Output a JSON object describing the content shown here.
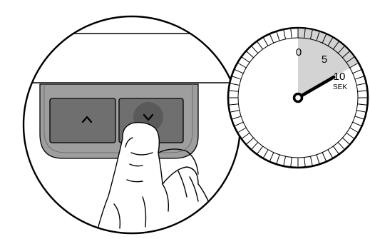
{
  "panel": {
    "buttons": [
      {
        "icon": "chevron-up-icon",
        "glyph": "^"
      },
      {
        "icon": "chevron-down-icon",
        "glyph": "v"
      }
    ]
  },
  "timer": {
    "labels": {
      "zero": "0",
      "five": "5",
      "ten": "10",
      "unit": "SEK"
    },
    "shaded_seconds": 10,
    "hand_seconds": 10,
    "shade_color": "#d3d3d3"
  },
  "colors": {
    "panel_face": "#9e9e9e",
    "button_dark": "#6f6f6f",
    "button_pressed": "#5a5a5a",
    "outline": "#000000"
  }
}
